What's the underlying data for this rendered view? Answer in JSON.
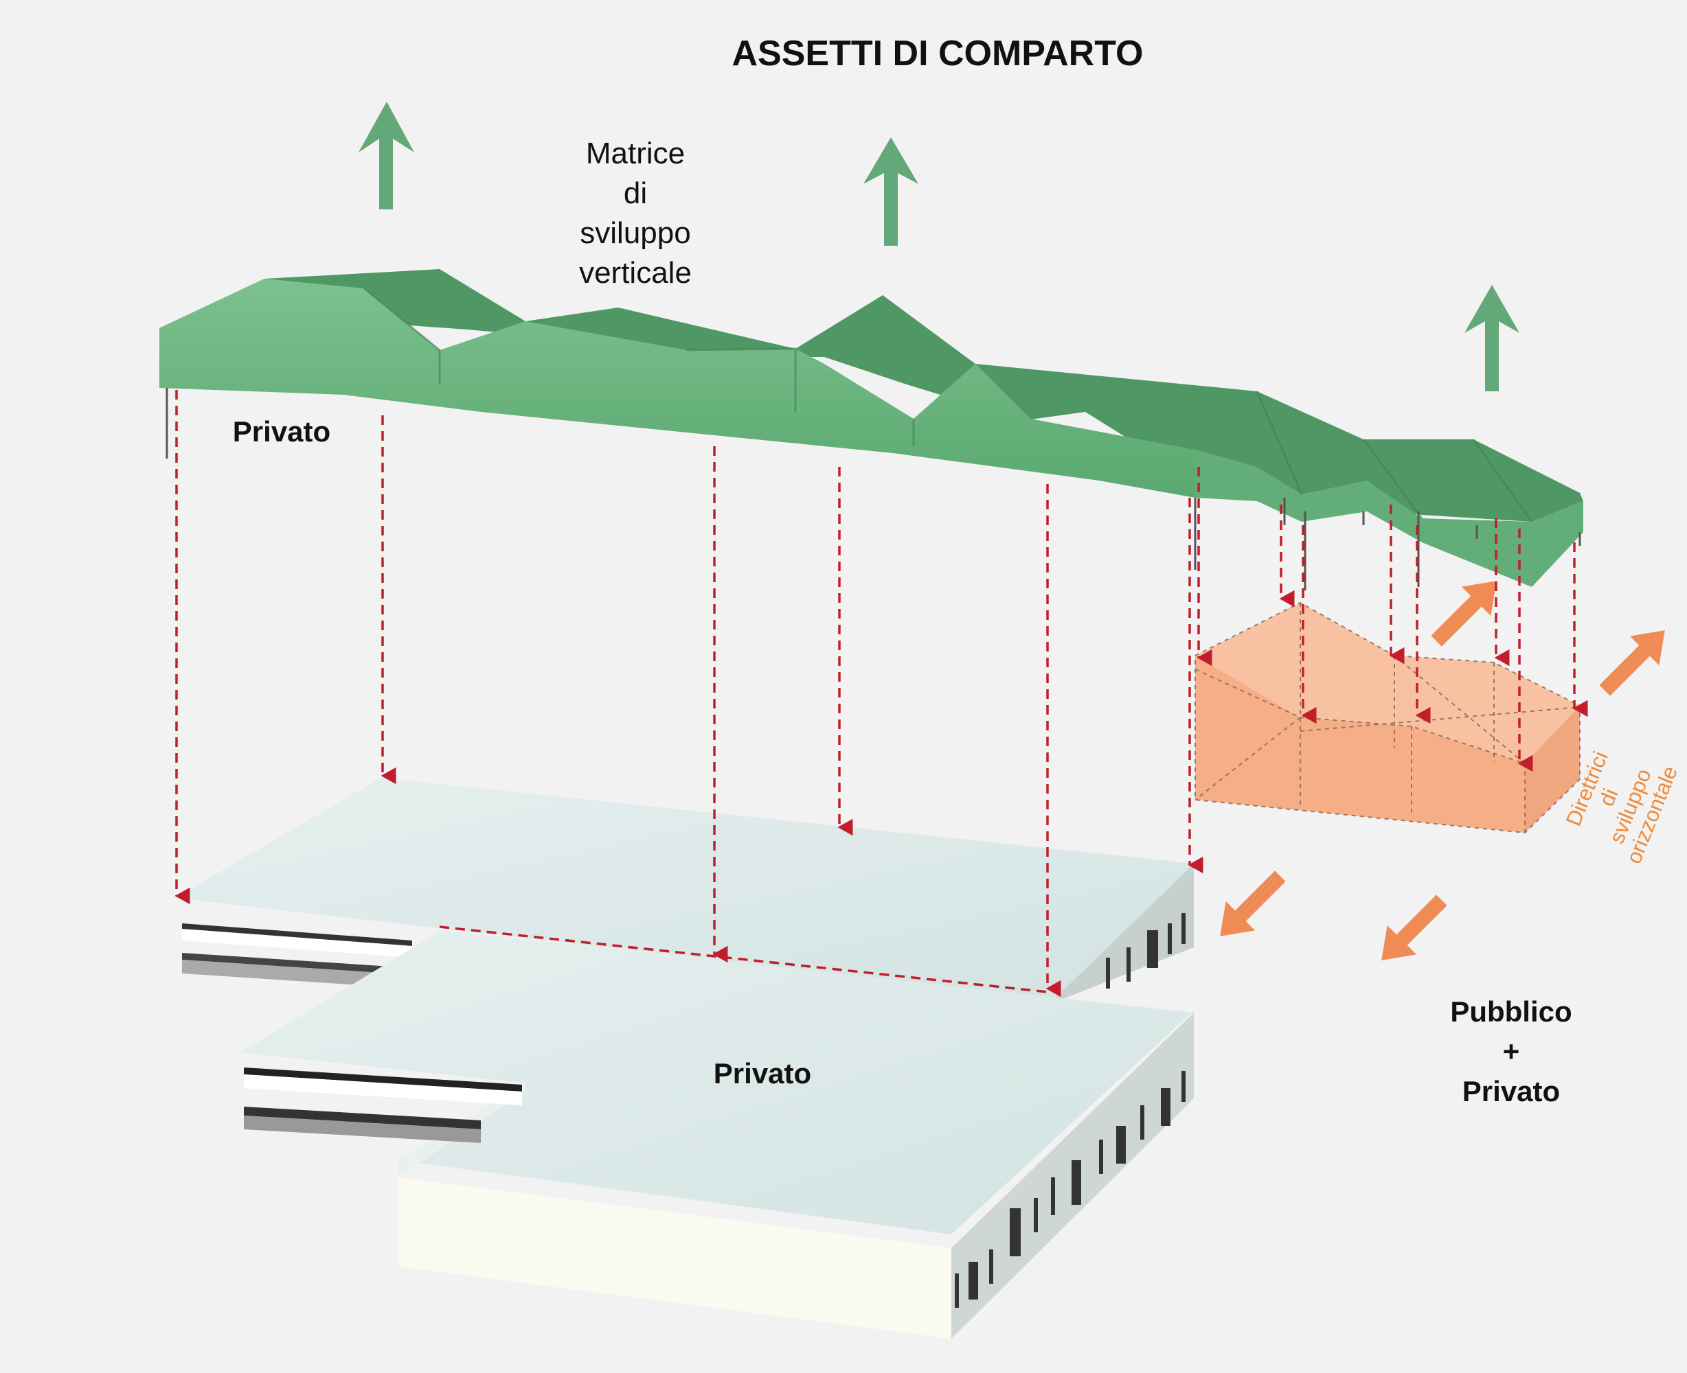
{
  "title": "ASSETTI DI COMPARTO",
  "labels": {
    "matrix": [
      "Matrice",
      "di",
      "sviluppo",
      "verticale"
    ],
    "private_top": "Privato",
    "private_bottom": "Privato",
    "public_private": [
      "Pubblico",
      "+",
      "Privato"
    ],
    "horizontal": [
      "Direttrici",
      "di",
      "sviluppo",
      "orizzontale"
    ]
  },
  "colors": {
    "background": "#f2f2f2",
    "green_roof_top": "#4f9865",
    "green_roof_face": "#6ab57e",
    "green_arrow": "#62a878",
    "orange_volume": "#f6b48f",
    "orange_arrow": "#ef8c55",
    "red_dashed": "#c21d2c",
    "slab_top": "#dbe8e8",
    "slab_face": "#fbfaf0"
  },
  "icons": [
    "green-up-arrow-icon",
    "orange-arrow-icon",
    "red-triangle-marker-icon"
  ]
}
